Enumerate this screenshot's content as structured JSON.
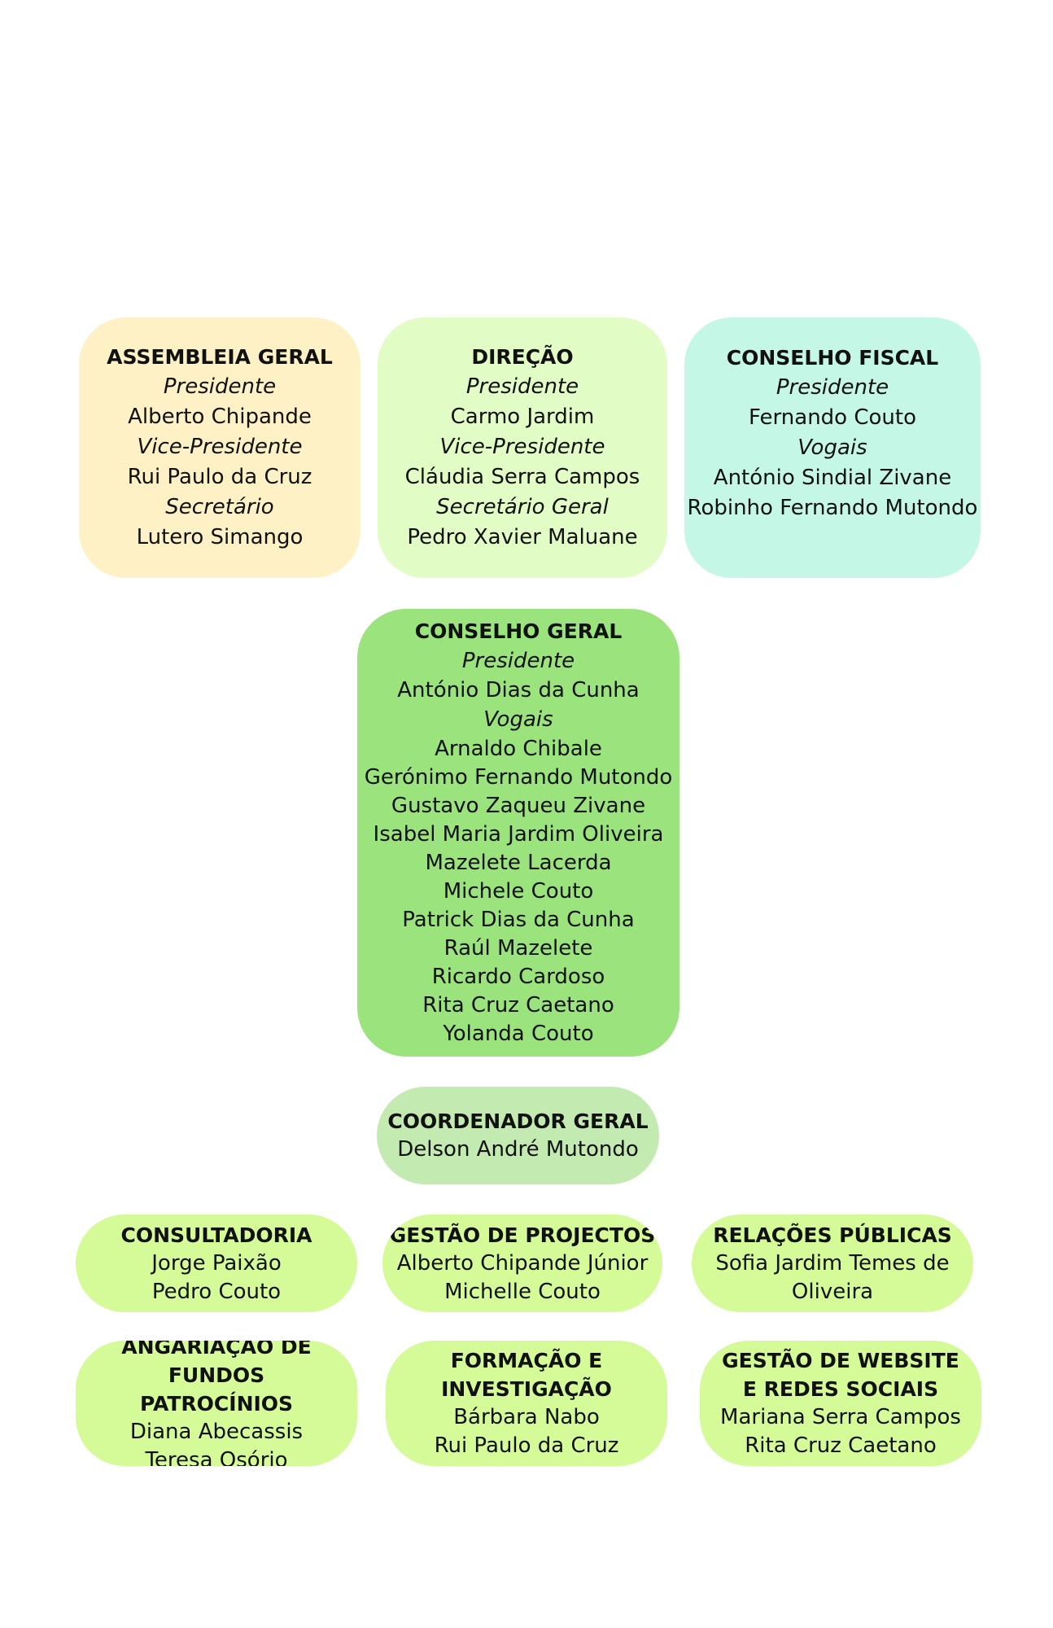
{
  "colors": {
    "assembleia": "#fdf1c5",
    "direcao": "#e2fcc6",
    "fiscal": "#c5f7e7",
    "conselho_geral": "#9be37c",
    "coordenador": "#c3eab0",
    "departamentos": "#d5fb98"
  },
  "assembleia": {
    "title": "ASSEMBLEIA GERAL",
    "r1": "Presidente",
    "n1": "Alberto Chipande",
    "r2": "Vice-Presidente",
    "n2": "Rui Paulo da Cruz",
    "r3": "Secretário",
    "n3": "Lutero Simango"
  },
  "direcao": {
    "title": "DIREÇÃO",
    "r1": "Presidente",
    "n1": "Carmo Jardim",
    "r2": "Vice-Presidente",
    "n2": "Cláudia Serra Campos",
    "r3": "Secretário Geral",
    "n3": "Pedro Xavier Maluane"
  },
  "fiscal": {
    "title": "CONSELHO FISCAL",
    "r1": "Presidente",
    "n1": "Fernando Couto",
    "r2": "Vogais",
    "n2": "António Sindial Zivane",
    "n3": "Robinho Fernando Mutondo"
  },
  "conselho_geral": {
    "title": "CONSELHO GERAL",
    "r1": "Presidente",
    "n1": "António Dias da Cunha",
    "r2": "Vogais",
    "vogais": [
      "Arnaldo Chibale",
      "Gerónimo Fernando Mutondo",
      "Gustavo Zaqueu Zivane",
      "Isabel Maria Jardim Oliveira",
      "Mazelete Lacerda",
      "Michele Couto",
      "Patrick Dias da Cunha",
      "Raúl Mazelete",
      "Ricardo Cardoso",
      "Rita Cruz Caetano",
      "Yolanda Couto"
    ]
  },
  "coordenador": {
    "title": "COORDENADOR GERAL",
    "n1": "Delson André Mutondo"
  },
  "consultadoria": {
    "title": "CONSULTADORIA",
    "n1": "Jorge Paixão",
    "n2": "Pedro Couto"
  },
  "projectos": {
    "title": "GESTÃO DE PROJECTOS",
    "n1": "Alberto Chipande Júnior",
    "n2": "Michelle Couto"
  },
  "relacoes": {
    "title": "RELAÇÕES PÚBLICAS",
    "n1": "Sofia Jardim Temes de",
    "n2": "Oliveira"
  },
  "angariacao": {
    "title1": "ANGARIAÇÃO DE FUNDOS",
    "title2": "PATROCÍNIOS",
    "n1": "Diana Abecassis",
    "n2": "Teresa Osório"
  },
  "formacao": {
    "title1": "FORMAÇÃO E",
    "title2": "INVESTIGAÇÃO",
    "n1": "Bárbara Nabo",
    "n2": "Rui Paulo da Cruz"
  },
  "website": {
    "title1": "GESTÃO DE WEBSITE",
    "title2": "E REDES SOCIAIS",
    "n1": "Mariana Serra Campos",
    "n2": "Rita Cruz Caetano"
  }
}
